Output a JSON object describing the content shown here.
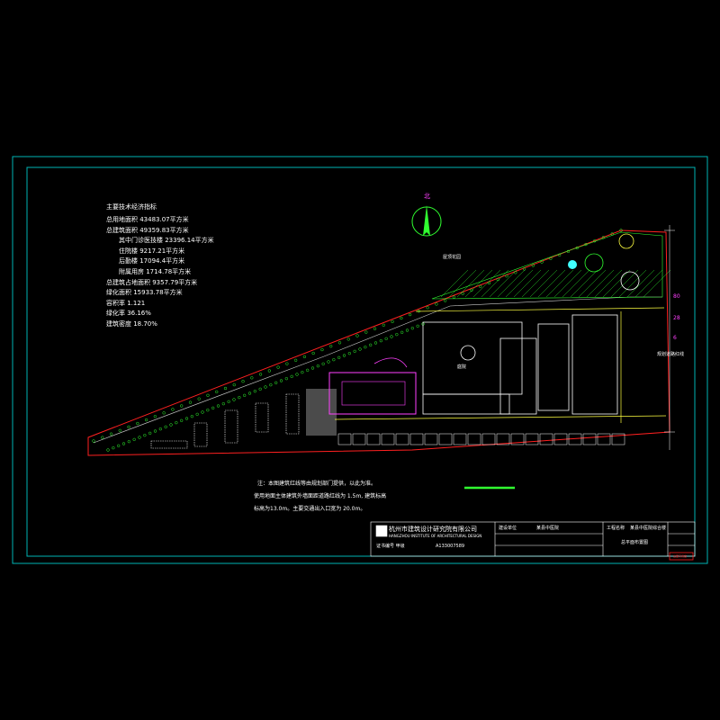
{
  "drawing": {
    "north_label": "北",
    "tech_table": {
      "title": "主要技术经济指标",
      "rows": [
        "总用地面积    43483.07平方米",
        "总建筑面积    49359.83平方米",
        "其中门诊医技楼    23396.14平方米",
        "住院楼    9217.21平方米",
        "后勤楼    17094.4平方米",
        "附属用房    1714.78平方米",
        "总建筑占地面积    9357.79平方米",
        "绿化面积    15933.78平方米",
        "容积率    1.121",
        "绿化率    36.16%",
        "建筑密度    18.70%"
      ]
    },
    "notes": [
      "注：本图建筑红线等由规划部门提供，以此为准。",
      "使用地面主体建筑外墙面距道路红线为 1.5m, 建筑标高",
      "标高为13.0m。主要交通出入口宽为 20.0m。"
    ],
    "site_labels": {
      "garden_label": "屋顶花园",
      "road_label": "规划道路红线",
      "courtyard_label": "庭院",
      "side_label": "80",
      "east_dim": "28",
      "east_dim2": "6"
    },
    "colors": {
      "frame": "#00b4b4",
      "redline": "#ff2020",
      "vegetation": "#30ff30",
      "buildings": "#ffffff",
      "annotation": "#ff40ff",
      "north_arrow": "#30ff30",
      "background": "#000000"
    },
    "title_block": {
      "company_cn": "杭州市建筑设计研究院有限公司",
      "company_en": "HANGZHOU INSTITUTE OF ARCHITECTURAL DESIGN",
      "cert_left": "证书编号 甲级",
      "cert_right": "A133007589",
      "project_label": "建设单位",
      "project_name": "某县中医院",
      "project_name2": "某县中医院综合楼",
      "drawing_label": "工程名称",
      "drawing_name": "总平面布置图",
      "stamp": "出图专用章"
    }
  }
}
